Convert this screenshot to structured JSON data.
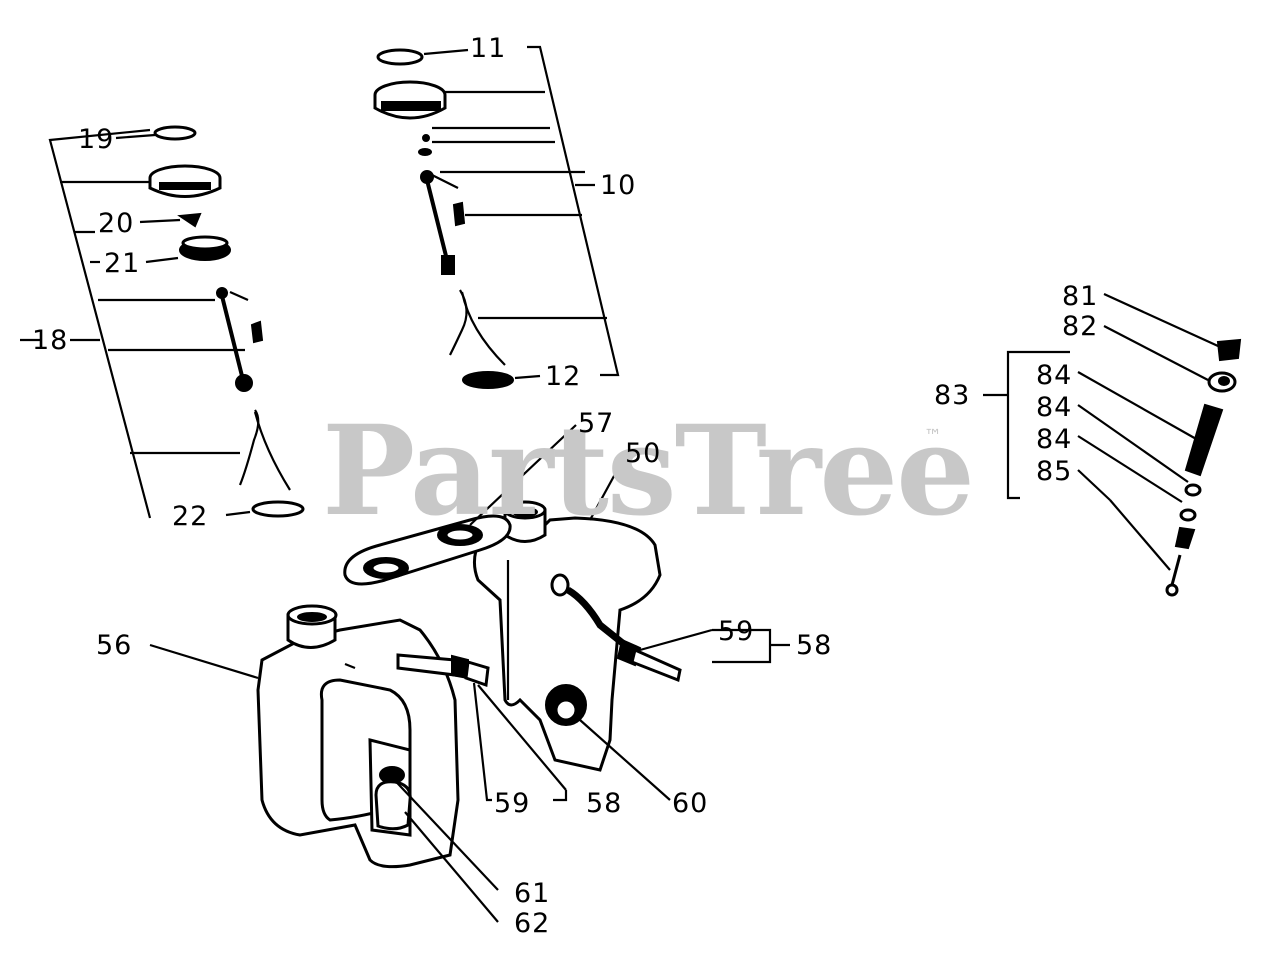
{
  "watermark": {
    "brand": "PartsTree",
    "trademark": "™"
  },
  "labels": {
    "l11": "11",
    "l10": "10",
    "l12": "12",
    "l19": "19",
    "l20": "20",
    "l21": "21",
    "l18": "18",
    "l22": "22",
    "l57": "57",
    "l50": "50",
    "l56": "56",
    "l59a": "59",
    "l58a": "58",
    "l59b": "59",
    "l58b": "58",
    "l60": "60",
    "l61": "61",
    "l62": "62",
    "l81": "81",
    "l82": "82",
    "l83": "83",
    "l84a": "84",
    "l84b": "84",
    "l84c": "84",
    "l85": "85"
  }
}
